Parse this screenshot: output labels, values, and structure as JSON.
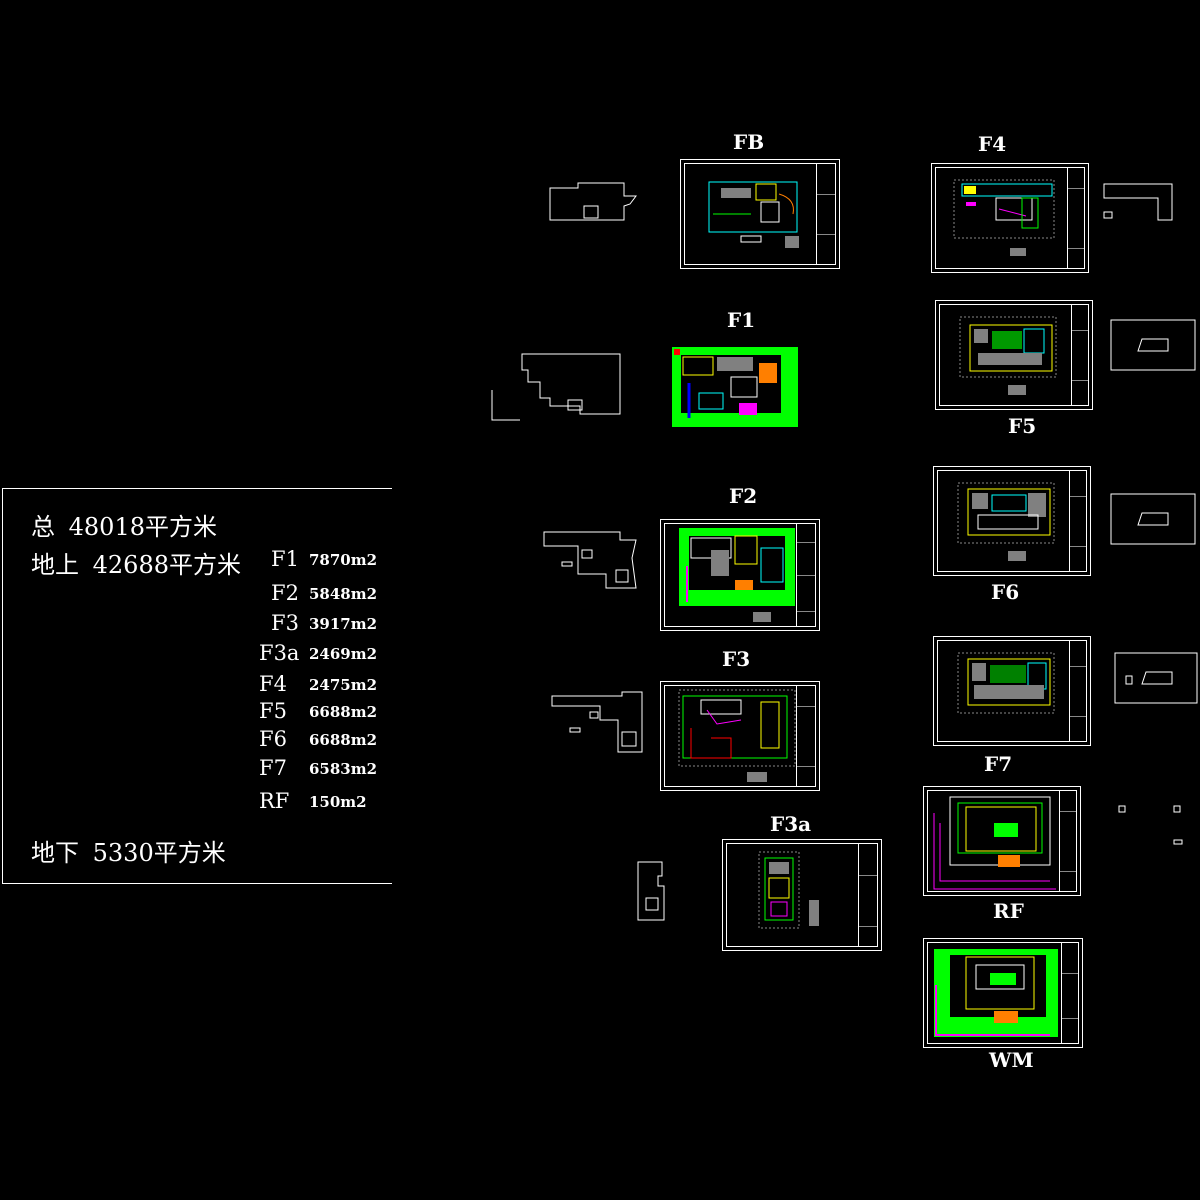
{
  "summary": {
    "total_label": "总",
    "total_value": "48018平方米",
    "above_label": "地上",
    "above_value": "42688平方米",
    "below_label": "地下",
    "below_value": "5330平方米",
    "floors": [
      {
        "name": "F1",
        "area": "7870m2"
      },
      {
        "name": "F2",
        "area": "5848m2"
      },
      {
        "name": "F3",
        "area": "3917m2"
      },
      {
        "name": "F3a",
        "area": "2469m2"
      },
      {
        "name": "F4",
        "area": "2475m2"
      },
      {
        "name": "F5",
        "area": "6688m2"
      },
      {
        "name": "F6",
        "area": "6688m2"
      },
      {
        "name": "F7",
        "area": "6583m2"
      },
      {
        "name": "RF",
        "area": "150m2"
      }
    ]
  },
  "sheets": {
    "fb": "FB",
    "f1": "F1",
    "f2": "F2",
    "f3": "F3",
    "f3a": "F3a",
    "f4": "F4",
    "f5": "F5",
    "f6": "F6",
    "f7": "F7",
    "rf": "RF",
    "wm": "WM"
  },
  "colors": {
    "background": "#000000",
    "line": "#ffffff",
    "cad_green": "#00ff00",
    "cad_yellow": "#ffff00",
    "cad_cyan": "#00ffff",
    "cad_magenta": "#ff00ff",
    "cad_orange": "#ff7f00",
    "cad_red": "#ff0000",
    "cad_gray": "#808080"
  }
}
